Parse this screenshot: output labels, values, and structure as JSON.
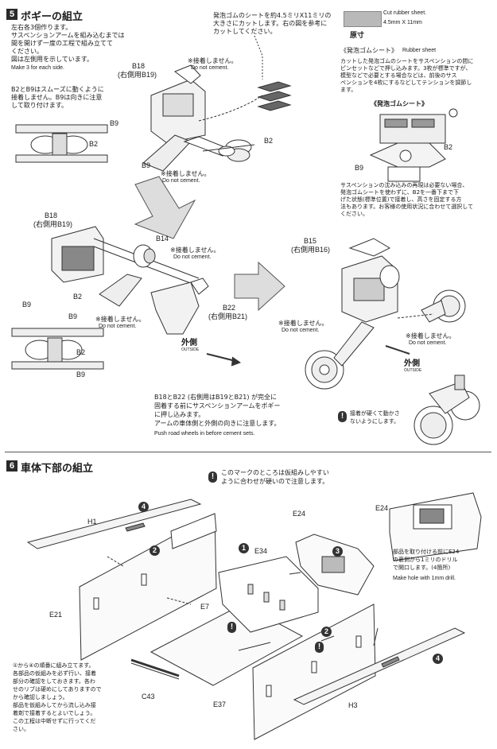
{
  "section5": {
    "number": "5",
    "title": "ボギーの組立",
    "intro_jp": [
      "左右各3個作ります。",
      "サスペンションアームを組み込むまでは",
      "間を開けず一度の工程で組み立てて",
      "ください。",
      "図は左側用を示しています。"
    ],
    "intro_en": "Make 3 for each side.",
    "note_b2b9_jp": [
      "B2とB9はスムーズに動くように",
      "接着しません。B9は向きに注意",
      "して取り付けます。"
    ],
    "rubber_note_jp": [
      "発泡ゴムのシートを約4.5ミリX11ミリの",
      "大きさにカットします。右の図を参考に",
      "カットしてください。"
    ],
    "cut_rubber_en": "Cut rubber sheet.",
    "cut_rubber_size": "4.5mm  X  11mm",
    "actual_size": "原寸",
    "rubber_sheet_title_jp": "《発泡ゴムシート》",
    "rubber_sheet_en": "Rubber sheet",
    "rubber_desc_jp": [
      "カットした発泡ゴムのシートをサスペンションの間に",
      "ピンセットなどで押し込みます。3枚が標準ですが、",
      "模型などで必要とする場合などは、前後のサス",
      "ペンションを4枚にするなどしてテンションを調節し",
      "ます。"
    ],
    "rubber_sheet_title2_jp": "《発泡ゴムシート》",
    "suspension_note_jp": [
      "サスペンションの沈み込みの再現は必要ない場合、",
      "発泡ゴムシートを使わずに、B2を一番下まで下",
      "げた状態(標準位置)で接着し、高さを固定する方",
      "法もあります。お客様の使用状況に合わせて選択して",
      "ください。"
    ],
    "no_cement_jp": "※接着しません。",
    "no_cement_en": "Do not cement.",
    "sides_jp": "外側",
    "outside_en": "OUTSIDE",
    "b18_note_jp": [
      "B18とB22 (右側用はB19とB21) が完全に",
      "固着する前にサスペンションアームをボギー",
      "に押し込みます。",
      "アームの車体側と外側の向きに注意します。"
    ],
    "b18_note_en": "Push road wheels in before cement sets.",
    "tight_note_jp": [
      "接着が硬くて動かさ",
      "ないようにします。"
    ],
    "parts": {
      "B18": "B18",
      "B18_right": "(右側用B19)",
      "B2": "B2",
      "B9": "B9",
      "B14": "B14",
      "B15": "B15",
      "B15_right": "(右側用B16)",
      "B22": "B22",
      "B22_right": "(右側用B21)"
    }
  },
  "section6": {
    "number": "6",
    "title": "車体下部の組立",
    "mark_note_jp": [
      "このマークのところは仮組みしやすい",
      "ように合わせが硬いので注意します。"
    ],
    "order_note_jp": [
      "①から④の順番に組み立てます。",
      "各部品の仮組みを必ず行い、接着",
      "部分の確認をしておきます。各わ",
      "せのリブは硬めにしてありますので",
      "から確認しましょう。",
      "部品を仮組みしてから流し込み接",
      "着剤で接着するとよいでしょう。",
      "この工程は中断せずに行ってくだ",
      "さい。"
    ],
    "hole_note_jp": [
      "部品を取り付ける前にE24",
      "の裏側から1ミリのドリル",
      "で開口します。(4箇所)"
    ],
    "hole_note_en": "Make hole with 1mm drill.",
    "parts": {
      "H1": "H1",
      "E21": "E21",
      "E7": "E7",
      "C43": "C43",
      "E34": "E34",
      "E24": "E24",
      "E24b": "E24",
      "E37": "E37",
      "H3": "H3"
    },
    "steps": [
      "1",
      "2",
      "3",
      "4"
    ]
  },
  "colors": {
    "ink": "#1a1a1a",
    "badge": "#2a2a2a",
    "swatch": "#b9b9b9"
  },
  "icons": [
    "arrow-down-icon",
    "arrow-right-icon",
    "caution-icon"
  ]
}
